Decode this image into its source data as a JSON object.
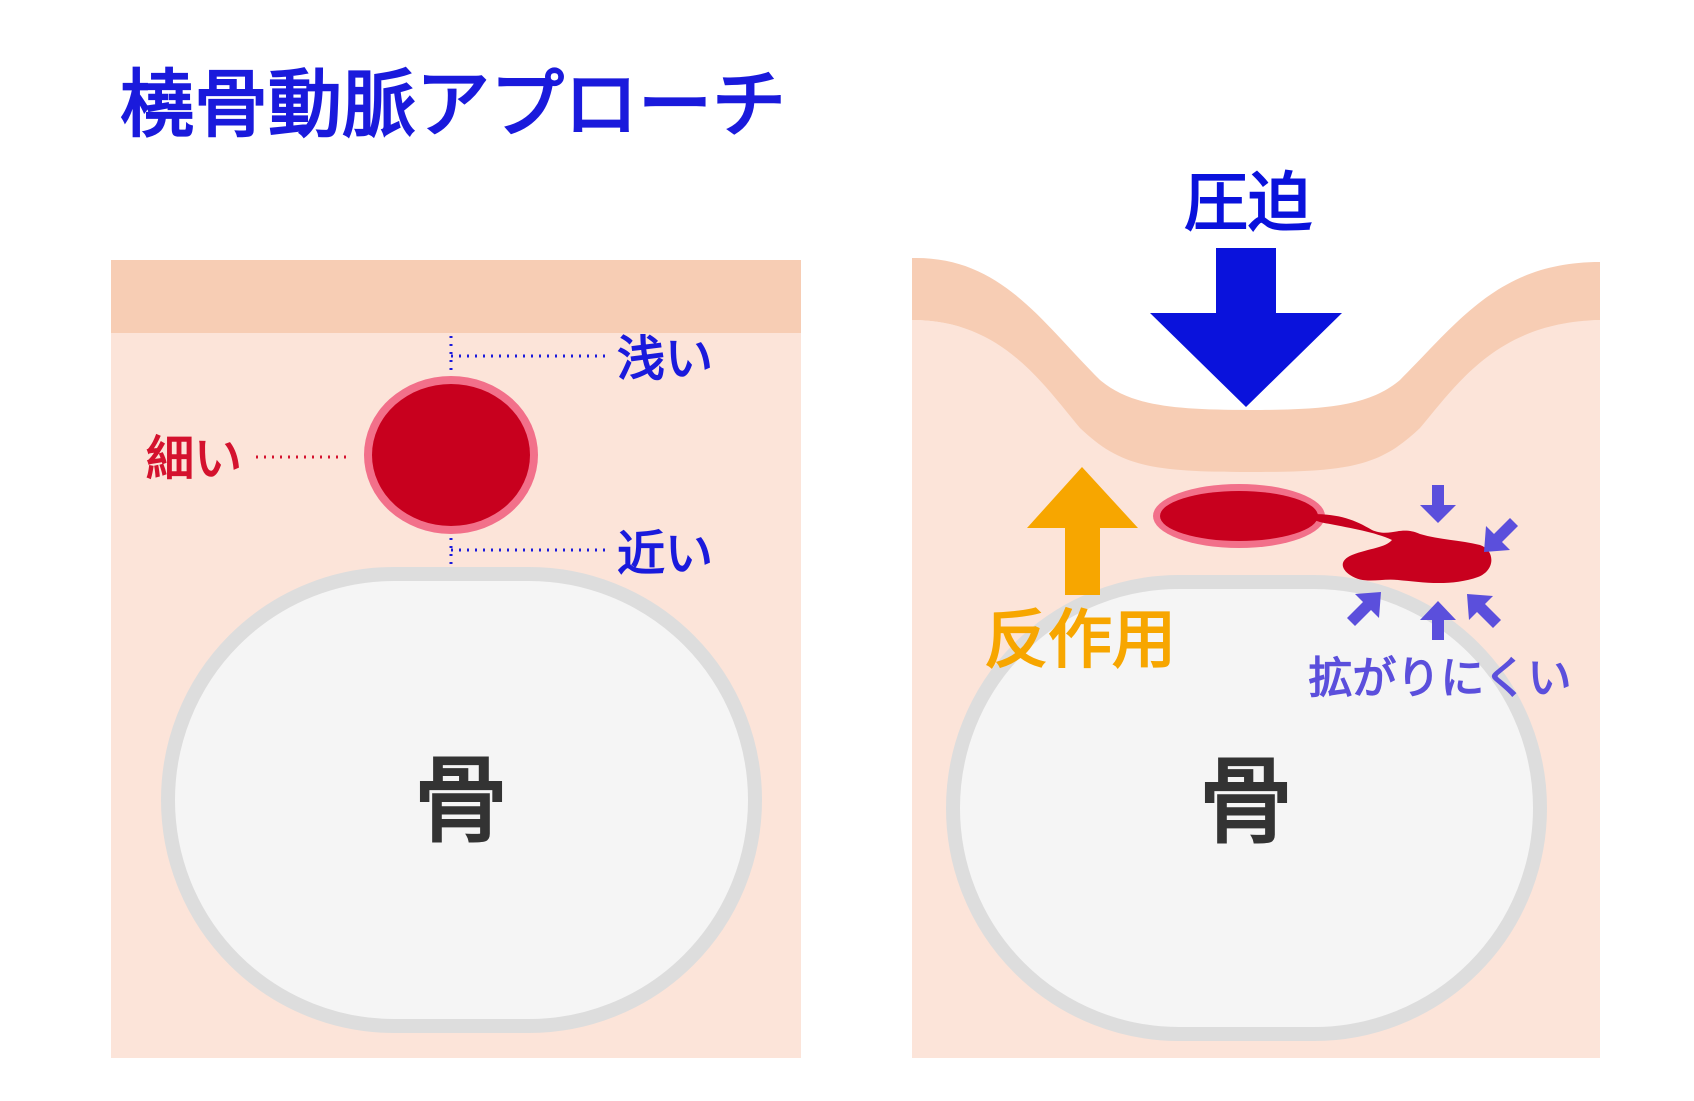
{
  "title": "橈骨動脈アプローチ",
  "left_panel": {
    "label_shallow": "浅い",
    "label_thin": "細い",
    "label_near": "近い",
    "label_bone": "骨"
  },
  "right_panel": {
    "label_compression": "圧迫",
    "label_reaction": "反作用",
    "label_hard_to_spread": "拡がりにくい",
    "label_bone": "骨"
  },
  "colors": {
    "title_blue": "#1a1adc",
    "skin_dark": "#f7cdb4",
    "skin_light": "#fce4d9",
    "artery_red": "#c8001e",
    "artery_ring": "#f2708a",
    "bone_fill": "#f5f5f5",
    "bone_ring": "#dddddd",
    "compression_blue": "#0a12dc",
    "reaction_orange": "#f7a600",
    "spread_purple": "#5b4fdc",
    "bone_text": "#333333"
  }
}
